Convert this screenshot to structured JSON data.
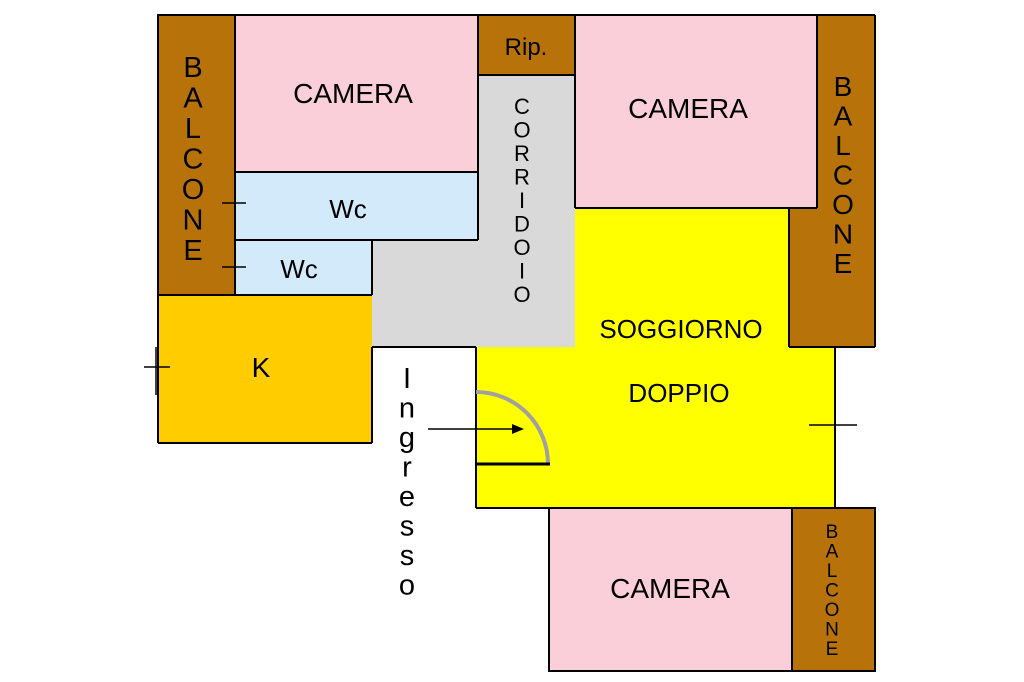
{
  "colors": {
    "balcone": "#b8720a",
    "camera": "#fbcfd9",
    "wc": "#d3eafb",
    "corridoio": "#d9d9d9",
    "kitchen": "#ffcc00",
    "soggiorno": "#ffff00",
    "wall": "#000000"
  },
  "rooms": {
    "balcone_left": "BALCONE",
    "camera_top_left": "CAMERA",
    "ripostiglio": "Rip.",
    "camera_top_right": "CAMERA",
    "balcone_right": "BALCONE",
    "wc_upper": "Wc",
    "wc_lower": "Wc",
    "corridoio": "CORRIDOIO",
    "kitchen": "K",
    "soggiorno_line1": "SOGGIORNO",
    "soggiorno_line2": "DOPPIO",
    "camera_bottom": "CAMERA",
    "balcone_bottom": "BALCONE"
  },
  "entrance": {
    "label": "Ingresso"
  }
}
